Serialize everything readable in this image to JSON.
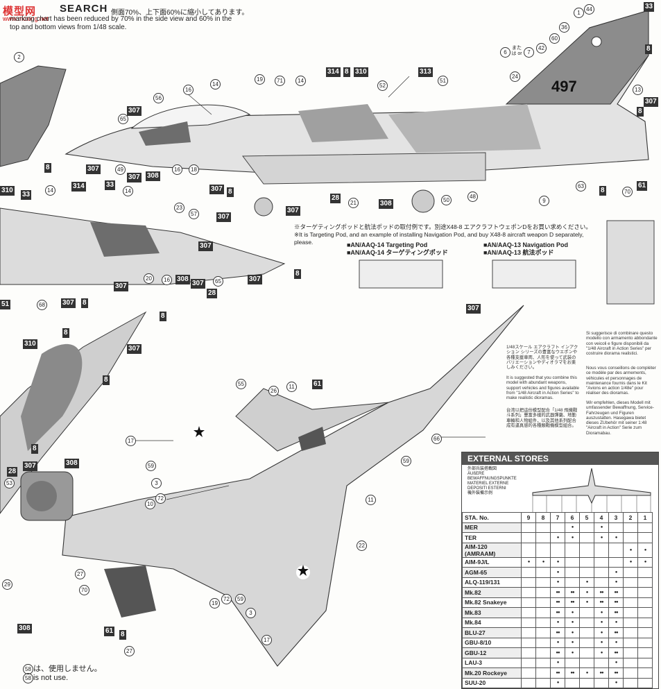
{
  "header": {
    "logo": "模型网",
    "url": "www.moxing.net",
    "section_title": "SEARCH",
    "note_jp": "側面70%、上下面60%に縮小してあります。",
    "note_en_line1": "marking chart has been reduced by 70% in the side view and 60% in the",
    "note_en_line2": "top and bottom views from 1/48 scale."
  },
  "pod_note": {
    "jp": "※ターゲティングポッドと航法ポッドの取付例です。別途X48-8 エアクラフトウェポンDをお買い求めください。",
    "en": "※It is Targeting Pod, and an example of installing Navigation Pod, and buy X48-8 aircraft weapon D separately, please.",
    "targeting_en": "■AN/AAQ-14 Targeting Pod",
    "targeting_jp": "■AN/AAQ-14 ターゲティングポッド",
    "navigation_en": "■AN/AAQ-13 Navigation Pod",
    "navigation_jp": "■AN/AAQ-13 航法ポッド"
  },
  "aircraft": {
    "tail_number": "497",
    "or_text": "または or"
  },
  "paragraphs": {
    "jp1": "1/48スケール エアクラフト インアクション シリーズの豊富なウエポンや各種支援車両、人形を使って武装のバリエーションやディオラマをお楽しみください。",
    "en": "It is suggested that you combine this model with abundant weapons, support vehicles and figures available from \"1/48 Aircraft in Action Series\" to make realistic dioramas.",
    "jp2": "台湾以把這份模型配合「1/48 飛機戰斗系列」豐富多樣的武器彈藥、地勤車輛和人物組件，以及其他系列配合成有逼真感的各種類戰機模型組合。",
    "it": "Si suggerisce di combinare questo modello con armamento abbondante con veicoli e figure disponibili da \"1/48 Aircraft in Action Series\" per costruire diorama realistici.",
    "fr": "Nous vous conseillons de compléter ce modèle par des armements, véhicules et personnages de maintenance fournis dans le Kit \"Avions en action 1/48e\" pour réaliser des dioramas.",
    "de": "Wir empfehlen, dieses Modell mit umfassender Bewaffnung, Service-Fahrzeugen und Figuren auszustatten. Hasegawa bietet dieses ZUbehör mit seiner 1:48 \"Aircraft in Action\" Serie zum Dioramabau."
  },
  "external_stores": {
    "title": "EXTERNAL STORES",
    "subtitle_lines": [
      "外部兵装搭載図",
      "ÄUßERE",
      "BEWAFFNUNGSPUNKTE",
      "MATERIEL EXTERNE",
      "DEPOSITI ESTERNI",
      "機外裝備示例"
    ],
    "sta_label": "STA. No.",
    "stations": [
      "9",
      "8",
      "7",
      "6",
      "5",
      "4",
      "3",
      "2",
      "1"
    ],
    "rows": [
      {
        "name": "MER",
        "cells": [
          "",
          "",
          "",
          "●",
          "",
          "●",
          "",
          "",
          ""
        ]
      },
      {
        "name": "TER",
        "cells": [
          "",
          "",
          "●",
          "●",
          "",
          "●",
          "●",
          "",
          ""
        ]
      },
      {
        "name": "AIM-120 (AMRAAM)",
        "cells": [
          "",
          "",
          "",
          "",
          "",
          "",
          "",
          "●",
          "●"
        ]
      },
      {
        "name": "AIM-9J/L",
        "cells": [
          "●",
          "●",
          "●",
          "",
          "",
          "",
          "",
          "●",
          "●"
        ]
      },
      {
        "name": "AGM-65",
        "cells": [
          "",
          "",
          "●",
          "",
          "",
          "",
          "●",
          "",
          ""
        ]
      },
      {
        "name": "ALQ-119/131",
        "cells": [
          "",
          "",
          "●",
          "",
          "●",
          "",
          "●",
          "",
          ""
        ]
      },
      {
        "name": "Mk.82",
        "cells": [
          "",
          "",
          "●●",
          "●●",
          "●",
          "●●",
          "●●",
          "",
          ""
        ]
      },
      {
        "name": "Mk.82 Snakeye",
        "cells": [
          "",
          "",
          "●●",
          "●●",
          "●",
          "●●",
          "●●",
          "",
          ""
        ]
      },
      {
        "name": "Mk.83",
        "cells": [
          "",
          "",
          "●●",
          "●",
          "",
          "●",
          "●●",
          "",
          ""
        ]
      },
      {
        "name": "Mk.84",
        "cells": [
          "",
          "",
          "●",
          "●",
          "",
          "●",
          "●",
          "",
          ""
        ]
      },
      {
        "name": "BLU-27",
        "cells": [
          "",
          "",
          "●●",
          "●",
          "",
          "●",
          "●●",
          "",
          ""
        ]
      },
      {
        "name": "GBU-8/10",
        "cells": [
          "",
          "",
          "●",
          "●",
          "",
          "●",
          "●",
          "",
          ""
        ]
      },
      {
        "name": "GBU-12",
        "cells": [
          "",
          "",
          "●●",
          "●",
          "",
          "●",
          "●●",
          "",
          ""
        ]
      },
      {
        "name": "LAU-3",
        "cells": [
          "",
          "",
          "●",
          "",
          "",
          "",
          "●",
          "",
          ""
        ]
      },
      {
        "name": "Mk.20 Rockeye",
        "cells": [
          "",
          "",
          "●●",
          "●●",
          "●",
          "●●",
          "●●",
          "",
          ""
        ]
      },
      {
        "name": "SUU-20",
        "cells": [
          "",
          "",
          "●",
          "",
          "",
          "",
          "●",
          "",
          ""
        ]
      }
    ]
  },
  "footer": {
    "jp": "は、使用しません。",
    "en": "is not use.",
    "marker": "58"
  }
}
